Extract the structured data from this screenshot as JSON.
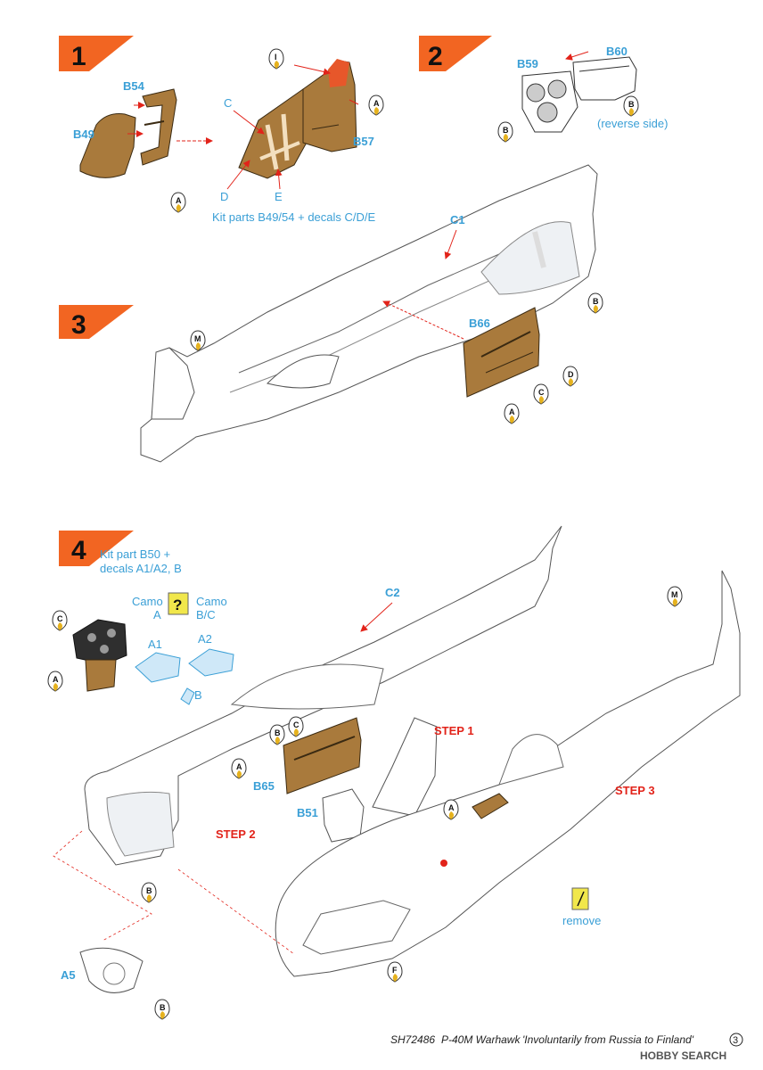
{
  "steps": [
    {
      "num": "1",
      "note": "Kit parts B49/54 + decals C/D/E"
    },
    {
      "num": "2",
      "note": "(reverse side)"
    },
    {
      "num": "3"
    },
    {
      "num": "4",
      "note_line1": "Kit part B50 +",
      "note_line2": "decals A1/A2, B"
    }
  ],
  "parts": {
    "b54": "B54",
    "b49": "B49",
    "b57": "B57",
    "b59": "B59",
    "b60": "B60",
    "c1": "C1",
    "b66": "B66",
    "c2": "C2",
    "a1": "A1",
    "a2": "A2",
    "b65": "B65",
    "b51": "B51",
    "a5": "A5"
  },
  "decals": {
    "c": "C",
    "d": "D",
    "e": "E",
    "b": "B"
  },
  "camo": {
    "left_1": "Camo",
    "left_2": "A",
    "right_1": "Camo",
    "right_2": "B/C",
    "icon": "?"
  },
  "sub_steps": {
    "s1": "STEP 1",
    "s2": "STEP 2",
    "s3": "STEP 3"
  },
  "remove": "remove",
  "paint": {
    "i": "I",
    "a": "A",
    "b": "B",
    "c": "C",
    "d": "D",
    "m": "M",
    "f": "F"
  },
  "footer": {
    "code": "SH72486",
    "title": "P-40M Warhawk",
    "subtitle": "'Involuntarily from Russia to Finland'",
    "page": "3"
  },
  "watermark": "HOBBY SEARCH",
  "colors": {
    "accent_orange": "#f26522",
    "label_blue": "#3a9fd6",
    "step_red": "#e2231a",
    "wood": "#a97a3c"
  }
}
